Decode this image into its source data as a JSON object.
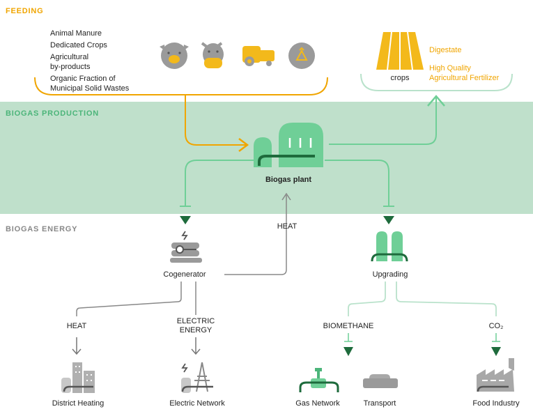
{
  "sections": {
    "feeding": "FEEDING",
    "biogas_production": "BIOGAS PRODUCTION",
    "biogas_energy": "BIOGAS ENERGY"
  },
  "feeding_items": [
    "Animal Manure",
    "Dedicated Crops",
    "Agricultural",
    "by-products",
    "Organic Fraction of",
    "Municipal Solid Wastes"
  ],
  "crops_label": "crops",
  "digestate": "Digestate",
  "fertilizer_line1": "High Quality",
  "fertilizer_line2": "Agricultural Fertilizer",
  "biogas_plant": "Biogas plant",
  "heat_return": "HEAT",
  "cogenerator": "Cogenerator",
  "upgrading": "Upgrading",
  "heat_out": "HEAT",
  "electric_energy_line1": "ELECTRIC",
  "electric_energy_line2": "ENERGY",
  "biomethane": "BIOMETHANE",
  "co2": "CO₂",
  "outputs": {
    "district_heating": "District Heating",
    "electric_network": "Electric Network",
    "gas_network": "Gas Network",
    "transport": "Transport",
    "food_industry": "Food Industry"
  },
  "colors": {
    "orange": "#f0a500",
    "green": "#4cb57a",
    "dark_green": "#1e6b3c",
    "light_green_band": "#bfe0cb",
    "gray": "#888888",
    "pale_green": "#b9e2cb"
  },
  "icons": [
    "pig-icon",
    "cow-icon",
    "tractor-icon",
    "recycle-icon",
    "crop-field-icon",
    "biogas-plant-icon",
    "cogenerator-icon",
    "upgrading-icon",
    "district-heating-icon",
    "electric-network-icon",
    "gas-network-icon",
    "transport-icon",
    "food-industry-icon"
  ]
}
